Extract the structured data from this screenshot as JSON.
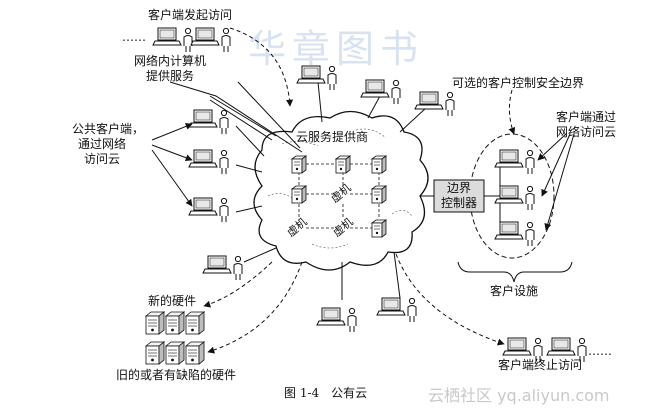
{
  "labels": {
    "client_start": "客户端发起访问",
    "dots_left": "……",
    "dots_right": "……",
    "intranet_1": "网络内计算机",
    "intranet_2": "提供服务",
    "public_1": "公共客户端，",
    "public_2": "通过网络",
    "public_3": "访问云",
    "cloud_title": "云服务提供商",
    "vm": "虚机",
    "optional_boundary": "可选的客户控制安全边界",
    "clients_via_1": "客户端通过",
    "clients_via_2": "网络访问云",
    "boundary_ctrl_1": "边界",
    "boundary_ctrl_2": "控制器",
    "customer_facility": "客户设施",
    "new_hardware": "新的硬件",
    "old_hardware": "旧的或者有缺陷的硬件",
    "client_stop": "客户端终止访问",
    "caption": "图 1-4　公有云",
    "watermark_top": "华章图书",
    "watermark_bottom": "云栖社区 yq.aliyun.com"
  },
  "colors": {
    "line": "#111111",
    "controller_fill": "#dcdcdc",
    "watermark": "#d8e3f1"
  },
  "icons": {
    "client": "computer-user-icon",
    "server": "server-icon",
    "hardware": "hardware-server-icon"
  }
}
